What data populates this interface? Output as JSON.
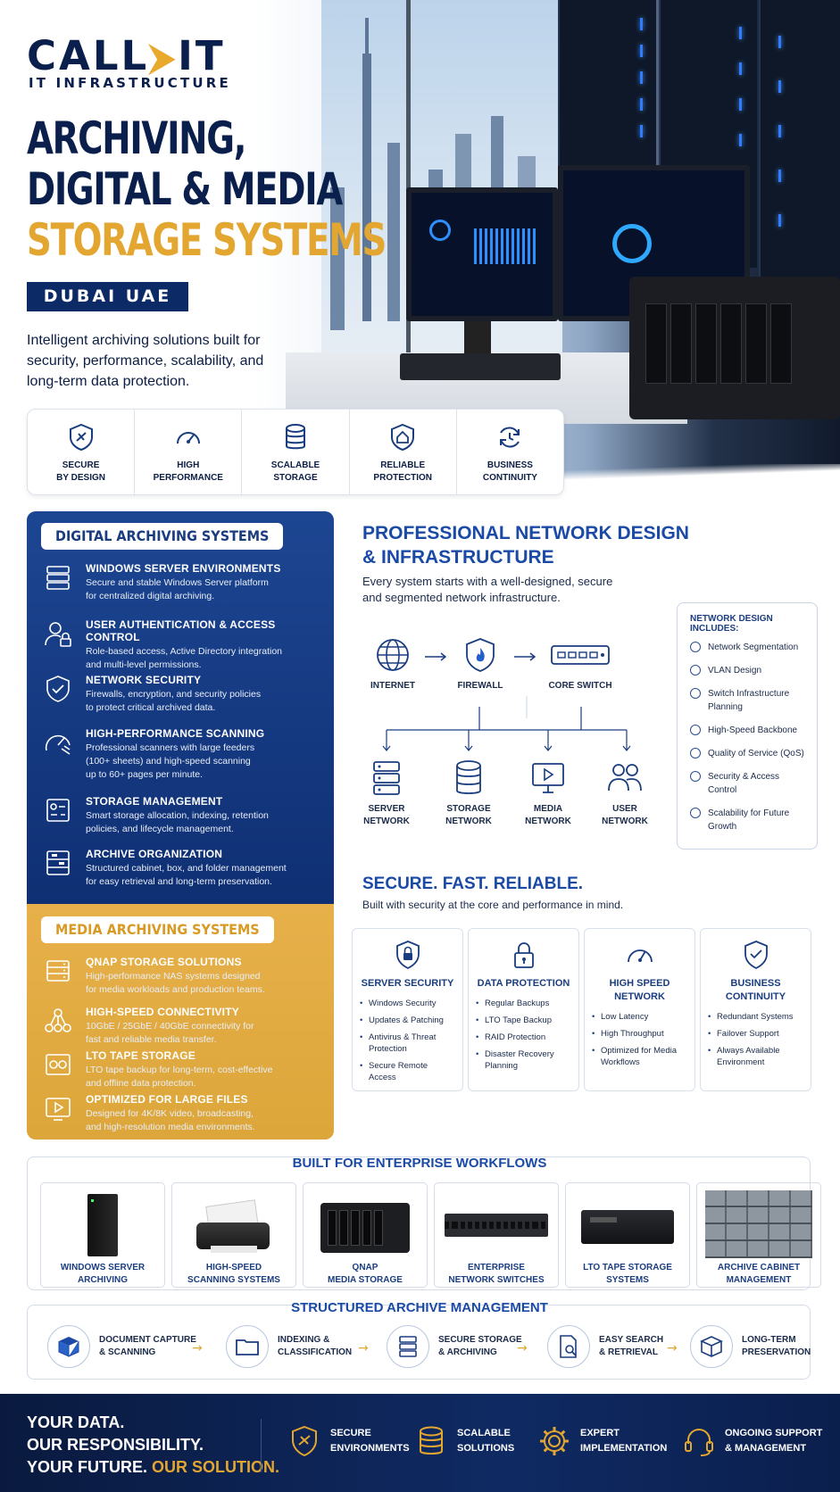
{
  "colors": {
    "navy": "#0b1f4d",
    "blue": "#1a4aa6",
    "gold": "#e3a630"
  },
  "brand": {
    "name_part1": "CALL",
    "name_part2": "IT",
    "sub": "IT INFRASTRUCTURE"
  },
  "hero": {
    "line1": "ARCHIVING,",
    "line2": "DIGITAL & MEDIA",
    "line3": "STORAGE SYSTEMS",
    "location": "DUBAI UAE",
    "intro": "Intelligent archiving solutions built for security, performance, scalability, and long-term data protection."
  },
  "features": [
    {
      "icon": "shield-icon",
      "label": "SECURE\nBY DESIGN"
    },
    {
      "icon": "gauge-icon",
      "label": "HIGH\nPERFORMANCE"
    },
    {
      "icon": "database-icon",
      "label": "SCALABLE\nSTORAGE"
    },
    {
      "icon": "house-shield-icon",
      "label": "RELIABLE\nPROTECTION"
    },
    {
      "icon": "refresh-icon",
      "label": "BUSINESS\nCONTINUITY"
    }
  ],
  "digital": {
    "title": "DIGITAL ARCHIVING SYSTEMS",
    "items": [
      {
        "title": "WINDOWS SERVER ENVIRONMENTS",
        "desc": "Secure and stable Windows Server platform\nfor centralized digital archiving."
      },
      {
        "title": "USER AUTHENTICATION & ACCESS CONTROL",
        "desc": "Role-based access, Active Directory integration\nand multi-level permissions."
      },
      {
        "title": "NETWORK SECURITY",
        "desc": "Firewalls, encryption, and security policies\nto protect critical archived data."
      },
      {
        "title": "HIGH-PERFORMANCE SCANNING",
        "desc": "Professional scanners with large feeders\n(100+ sheets) and high-speed scanning\nup to 60+ pages per minute."
      },
      {
        "title": "STORAGE MANAGEMENT",
        "desc": "Smart storage allocation, indexing, retention\npolicies, and lifecycle management."
      },
      {
        "title": "ARCHIVE ORGANIZATION",
        "desc": "Structured cabinet, box, and folder management\nfor easy retrieval and long-term preservation."
      }
    ]
  },
  "media": {
    "title": "MEDIA ARCHIVING SYSTEMS",
    "items": [
      {
        "title": "QNAP STORAGE SOLUTIONS",
        "desc": "High-performance NAS systems designed\nfor media workloads and production teams."
      },
      {
        "title": "HIGH-SPEED CONNECTIVITY",
        "desc": "10GbE / 25GbE / 40GbE connectivity for\nfast and reliable media transfer."
      },
      {
        "title": "LTO TAPE STORAGE",
        "desc": "LTO tape backup for long-term, cost-effective\nand offline data protection."
      },
      {
        "title": "OPTIMIZED FOR LARGE FILES",
        "desc": "Designed for 4K/8K video, broadcasting,\nand high-resolution media environments."
      }
    ]
  },
  "network": {
    "title": "PROFESSIONAL NETWORK DESIGN\n& INFRASTRUCTURE",
    "desc": "Every system starts with a well-designed, secure and segmented network infrastructure.",
    "top": [
      {
        "label": "INTERNET"
      },
      {
        "label": "FIREWALL"
      },
      {
        "label": "CORE SWITCH"
      }
    ],
    "bottom": [
      {
        "label": "SERVER\nNETWORK"
      },
      {
        "label": "STORAGE\nNETWORK"
      },
      {
        "label": "MEDIA\nNETWORK"
      },
      {
        "label": "USER\nNETWORK"
      }
    ],
    "includes_title": "NETWORK DESIGN INCLUDES:",
    "includes": [
      "Network Segmentation",
      "VLAN Design",
      "Switch Infrastructure Planning",
      "High-Speed Backbone",
      "Quality of Service (QoS)",
      "Security & Access Control",
      "Scalability for Future Growth"
    ]
  },
  "sfr": {
    "title": "SECURE. FAST. RELIABLE.",
    "desc": "Built with security at the core and performance in mind.",
    "cards": [
      {
        "title": "SERVER SECURITY",
        "items": [
          "Windows Security",
          "Updates & Patching",
          "Antivirus & Threat Protection",
          "Secure Remote Access"
        ]
      },
      {
        "title": "DATA PROTECTION",
        "items": [
          "Regular Backups",
          "LTO Tape Backup",
          "RAID Protection",
          "Disaster Recovery Planning"
        ]
      },
      {
        "title": "HIGH SPEED\nNETWORK",
        "items": [
          "Low Latency",
          "High Throughput",
          "Optimized for Media Workflows"
        ]
      },
      {
        "title": "BUSINESS\nCONTINUITY",
        "items": [
          "Redundant Systems",
          "Failover Support",
          "Always Available Environment"
        ]
      }
    ]
  },
  "enterprise": {
    "title": "BUILT FOR ENTERPRISE WORKFLOWS",
    "items": [
      {
        "label": "WINDOWS SERVER\nARCHIVING"
      },
      {
        "label": "HIGH-SPEED\nSCANNING SYSTEMS"
      },
      {
        "label": "QNAP\nMEDIA STORAGE"
      },
      {
        "label": "ENTERPRISE\nNETWORK SWITCHES"
      },
      {
        "label": "LTO TAPE STORAGE\nSYSTEMS"
      },
      {
        "label": "ARCHIVE CABINET\nMANAGEMENT"
      }
    ]
  },
  "archive": {
    "title": "STRUCTURED ARCHIVE MANAGEMENT",
    "steps": [
      {
        "label": "DOCUMENT CAPTURE\n& SCANNING"
      },
      {
        "label": "INDEXING &\nCLASSIFICATION"
      },
      {
        "label": "SECURE STORAGE\n& ARCHIVING"
      },
      {
        "label": "EASY SEARCH\n& RETRIEVAL"
      },
      {
        "label": "LONG-TERM\nPRESERVATION"
      }
    ]
  },
  "footer": {
    "line1": "YOUR DATA.",
    "line2": "OUR RESPONSIBILITY.",
    "line3a": "YOUR FUTURE.",
    "line3b": "OUR SOLUTION.",
    "items": [
      {
        "label": "SECURE\nENVIRONMENTS"
      },
      {
        "label": "SCALABLE\nSOLUTIONS"
      },
      {
        "label": "EXPERT\nIMPLEMENTATION"
      },
      {
        "label": "ONGOING SUPPORT\n& MANAGEMENT"
      }
    ]
  }
}
